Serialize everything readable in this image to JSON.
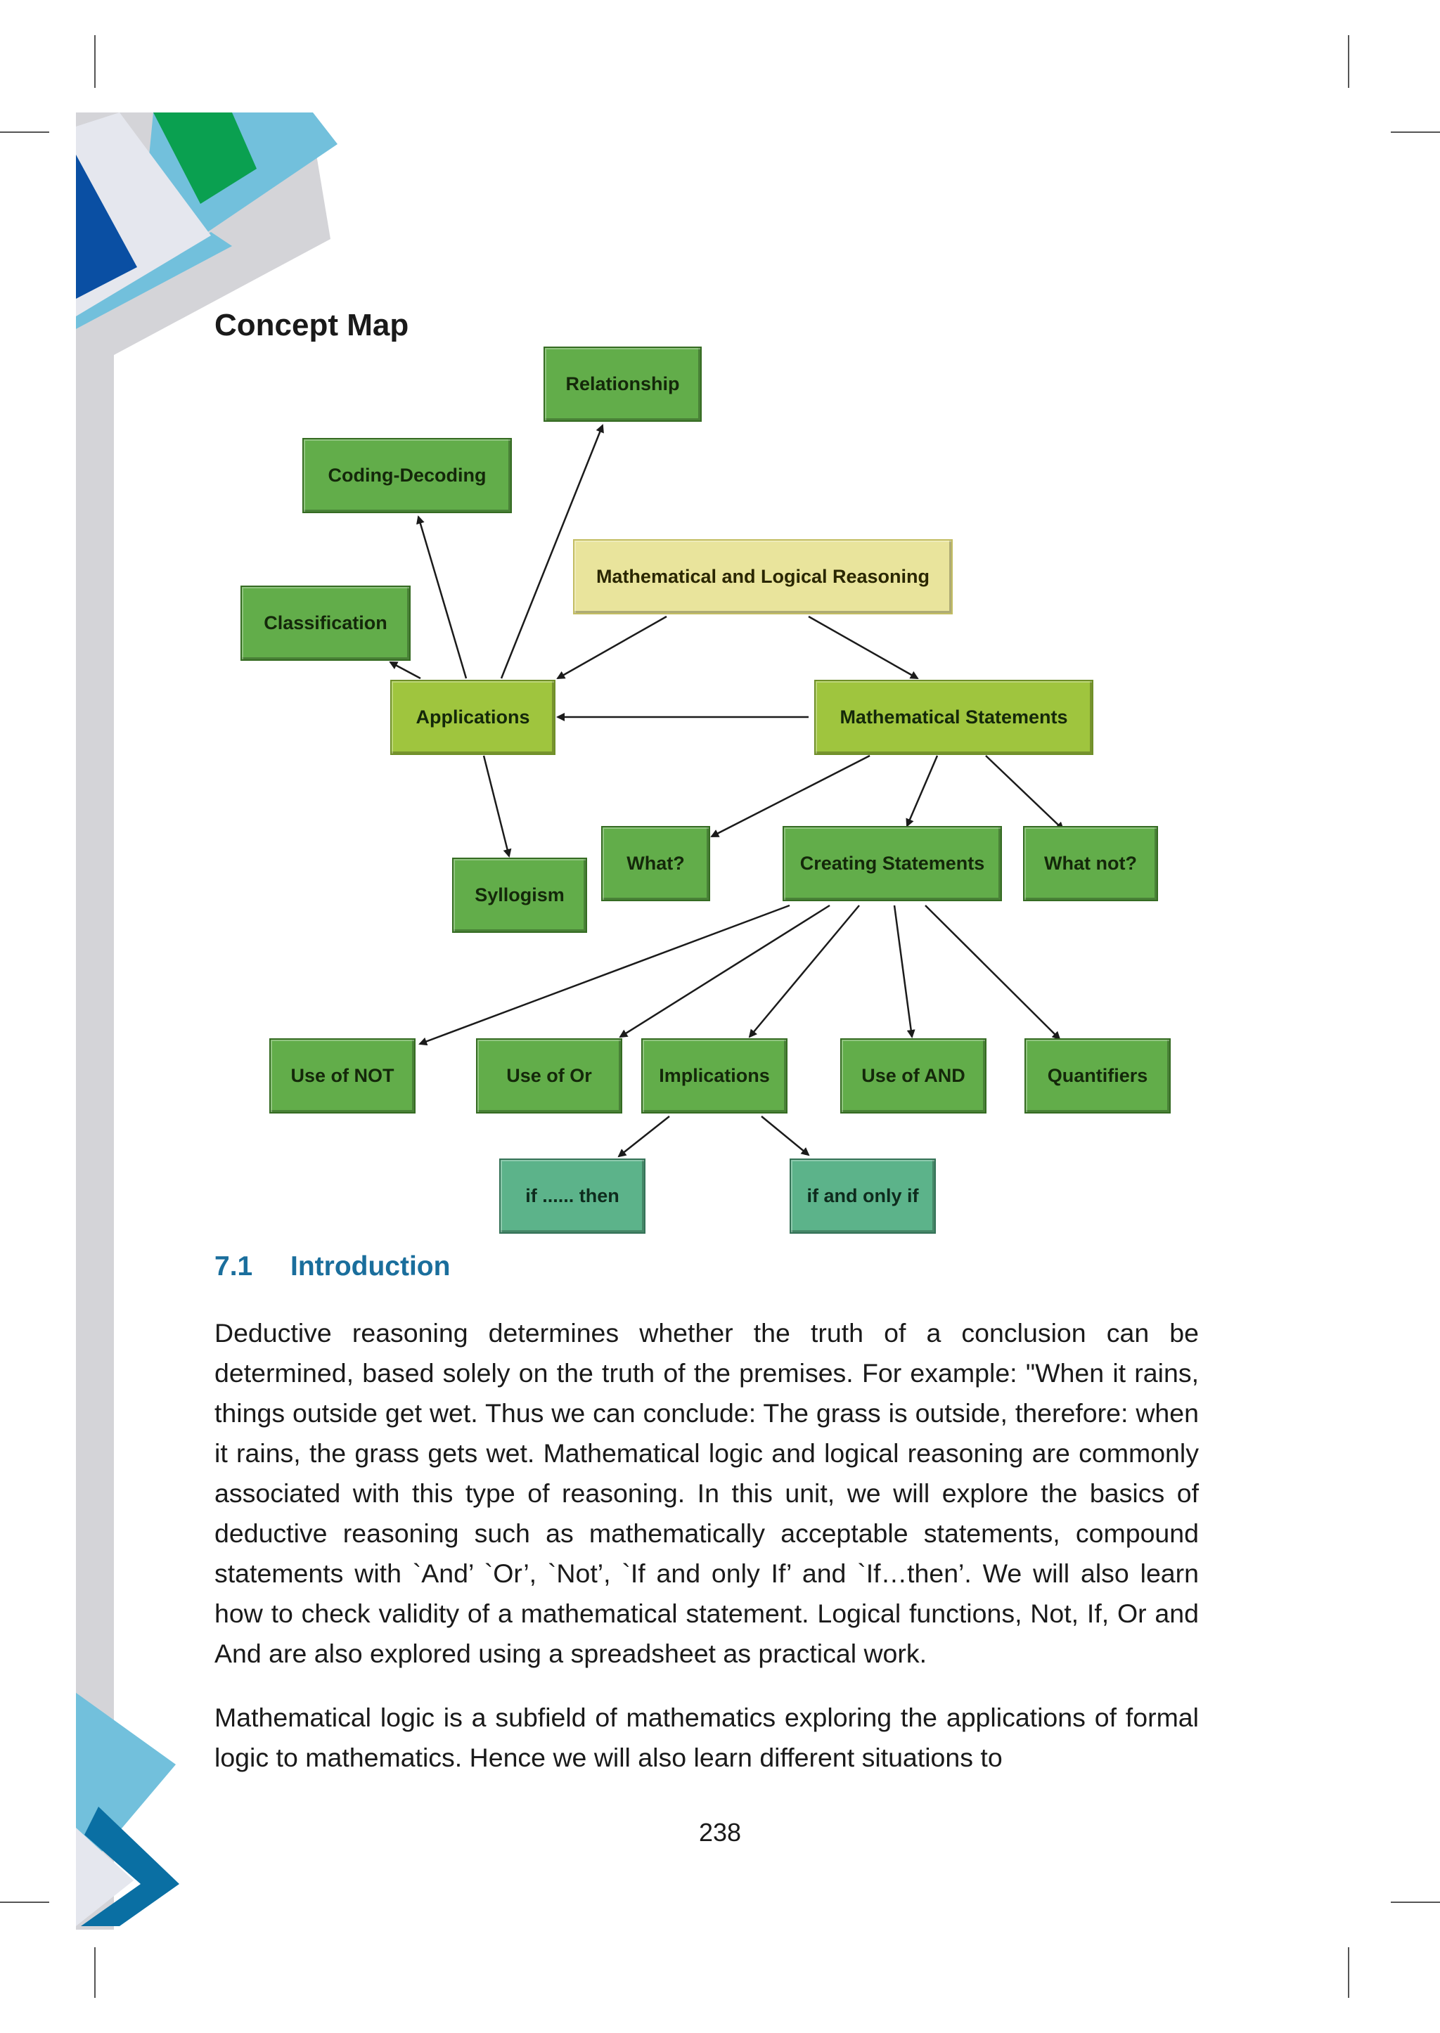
{
  "page": {
    "heading": "Concept Map",
    "page_number": "238"
  },
  "concept_map": {
    "nodes": {
      "relationship": "Relationship",
      "coding_decoding": "Coding-Decoding",
      "math_logical_reasoning": "Mathematical and Logical Reasoning",
      "classification": "Classification",
      "applications": "Applications",
      "math_statements": "Mathematical Statements",
      "what": "What?",
      "creating_statements": "Creating Statements",
      "what_not": "What not?",
      "syllogism": "Syllogism",
      "use_of_not": "Use of NOT",
      "use_of_or": "Use of Or",
      "implications": "Implications",
      "use_of_and": "Use of AND",
      "quantifiers": "Quantifiers",
      "if_then": "if ...... then",
      "if_and_only_if": "if and only if"
    }
  },
  "section": {
    "number": "7.1",
    "title": "Introduction",
    "paragraphs": [
      "Deductive reasoning determines whether the truth of a conclusion can be determined, based solely on the truth of the premises. For example: \"When it rains, things outside get wet. Thus we can conclude: The grass is outside, therefore: when it rains, the grass gets wet. Mathematical logic and logical reasoning are commonly associated with this type of reasoning. In this unit, we will explore the basics of deductive reasoning such as mathematically acceptable statements, compound statements with `And’ `Or’, `Not’, `If and only If’ and `If…then’. We will also learn how to check validity of a mathematical statement. Logical functions, Not, If, Or and And are also explored using a spreadsheet as practical work.",
      "Mathematical logic is a subfield of mathematics exploring the applications of formal logic to mathematics. Hence we will also learn different situations to"
    ]
  },
  "colors": {
    "node_green": "#62ad4a",
    "node_lime": "#9fc53e",
    "node_yellow": "#e9e49c",
    "node_teal": "#5cb38a",
    "section_blue": "#1a6e9c",
    "deco_blue": "#0a4fa3",
    "deco_green": "#0aa050",
    "deco_cyan": "#72c0dc",
    "deco_gray": "#d4d4d8"
  }
}
